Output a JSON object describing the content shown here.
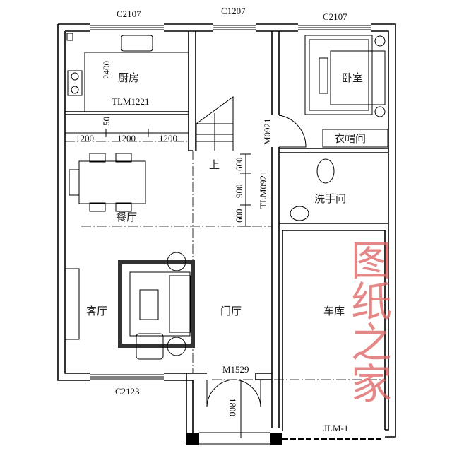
{
  "plan": {
    "windows": {
      "top_left": "C2107",
      "top_middle": "C1207",
      "top_right": "C2107",
      "bottom_left": "C2123"
    },
    "doors": {
      "kitchen_sliding": "TLM1221",
      "bedroom": "M0921",
      "bathroom_sliding": "TLM0921",
      "entrance": "M1529",
      "garage_roller": "JLM-1"
    },
    "dimensions": {
      "kitchen_depth": "2400",
      "kitchen_gap": "50",
      "dining_segments": [
        "1200",
        "1200",
        "1200"
      ],
      "stair_side": [
        "600",
        "900",
        "600"
      ],
      "porch_depth": "1800"
    },
    "rooms": {
      "kitchen": "厨房",
      "bedroom": "卧室",
      "closet": "衣帽间",
      "bathroom": "洗手间",
      "dining": "餐厅",
      "living": "客厅",
      "foyer": "门厅",
      "garage": "车库"
    },
    "stair_up": "上",
    "watermark": "图纸之家",
    "colors": {
      "walls": "#000000",
      "watermark": "#e06a6a"
    }
  }
}
